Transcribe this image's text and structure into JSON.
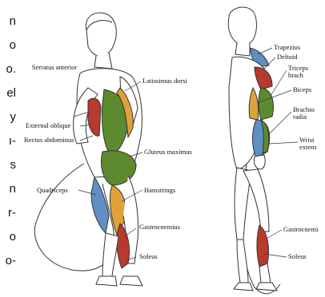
{
  "side_text": [
    "n",
    "o",
    "o.",
    "el",
    "y",
    "ı-",
    "s",
    "n",
    "r-",
    "o",
    "o-"
  ],
  "labels": {
    "serratus_anterior": "Serratus anterior",
    "latissimus_dorsi": "Latissimus dorsi",
    "external_oblique": "External oblique",
    "rectus_abdominus": "Rectus abdominus",
    "gluteus_maximus": "Gluteus maximus",
    "quadriceps": "Quadriceps",
    "hamstrings": "Hamstrings",
    "gastrocnemius_left": "Gastrocnemius",
    "soleus_left": "Soleus",
    "trapezius": "Trapezius",
    "deltoid": "Deltoid",
    "triceps": "Triceps brach",
    "biceps": "Biceps",
    "brachio": "Brachio radia",
    "wrist": "Wrist extens",
    "gastrocnemius_right": "Gastrocnemi",
    "soleus_right": "Soleus"
  },
  "colors": {
    "green": "#5d8a2e",
    "blue": "#5f8fc4",
    "red": "#b73a2c",
    "orange": "#e0a238",
    "yellow": "#e6c46a",
    "outline": "#333333"
  }
}
